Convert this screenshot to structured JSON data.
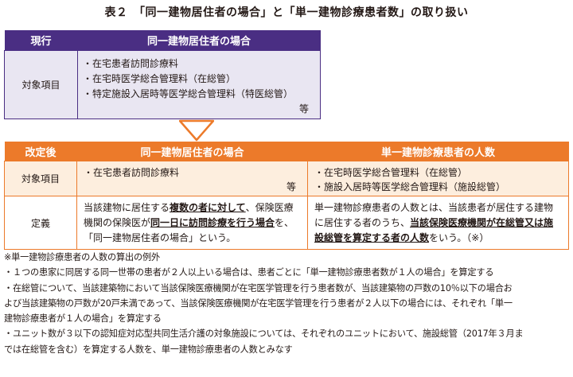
{
  "title": "表２　「同一建物居住者の場合」と「単一建物診療患者数」の取り扱い",
  "current": {
    "col1": "現行",
    "col2": "同一建物居住者の場合",
    "row_label": "対象項目",
    "items": [
      "・在宅患者訪問診療料",
      "・在宅時医学総合管理料（在総管）",
      "・特定施設入居時等医学総合管理料（特医総管）"
    ],
    "etc": "等"
  },
  "revised": {
    "col1": "改定後",
    "col2": "同一建物居住者の場合",
    "col3": "単一建物診療患者の人数",
    "row1_label": "対象項目",
    "left_items": [
      "・在宅患者訪問診療料"
    ],
    "left_etc": "等",
    "right_items": [
      "・在宅時医学総合管理料（在総管）",
      "・施設入居時等医学総合管理料（施設総管）"
    ],
    "row2_label": "定義",
    "def_left": {
      "a": "当該建物に居住する",
      "b": "複数の者に対して",
      "c": "、保険医療機関の保険医が",
      "d": "同一日に訪問診療を行う場合",
      "e": "を、「同一建物居住者の場合」という。"
    },
    "def_right": {
      "a": "単一建物診療患者の人数とは、当該患者が居住する建物に居住する者のうち、",
      "b": "当該保険医療機関が在総管又は施設総管を算定する者の人数",
      "c": "をいう。（※）"
    }
  },
  "notes": [
    "※単一建物診療患者の人数の算出の例外",
    "・１つの患家に同居する同一世帯の患者が２人以上いる場合は、患者ごとに「単一建物診療患者数が１人の場合」を算定する",
    "・在総管について、当該建築物において当該保険医療機関が在宅医学管理を行う患者数が、当該建築物の戸数の10％以下の場合お",
    "よび当該建築物の戸数が20戸未満であって、当該保険医療機関が在宅医学管理を行う患者が２人以下の場合には、それぞれ「単一",
    "建物診療患者が１人の場合」を算定する",
    "・ユニット数が３以下の認知症対応型共同生活介護の対象施設については、それぞれのユニットにおいて、施設総管（2017年３月ま",
    "では在総管を含む）を算定する人数を、単一建物診療患者の人数とみなす"
  ],
  "colors": {
    "purple": "#4a2e83",
    "orange": "#ec7a2a"
  }
}
